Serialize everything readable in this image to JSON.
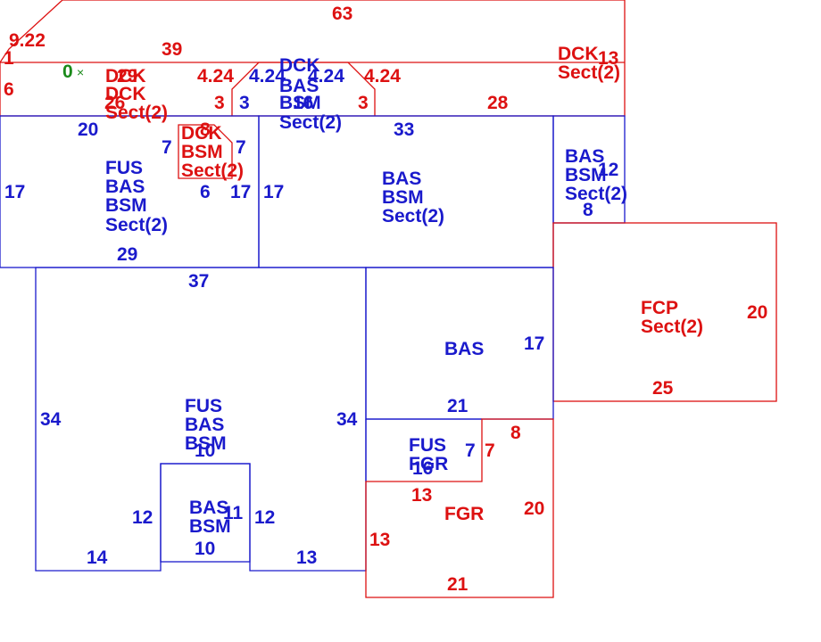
{
  "colors": {
    "red": "#dd1111",
    "blue": "#1a1acc",
    "green": "#1a8a1a"
  },
  "origin": {
    "value": "0",
    "mark": "×"
  },
  "rooms": {
    "top_roof": "DCK Sect(2)",
    "dck1": "DCK",
    "dck2": "DCK",
    "dck2_sect": "Sect(2)",
    "mid_top": [
      "DCK",
      "BAS",
      "BSM",
      "Sect(2)"
    ],
    "left_upper": [
      "FUS",
      "BAS",
      "BSM",
      "Sect(2)"
    ],
    "small_red": [
      "DCK",
      "BSM",
      "Sect(2)"
    ],
    "mid_upper": [
      "BAS",
      "BSM",
      "Sect(2)"
    ],
    "right_small": [
      "BAS",
      "BSM",
      "Sect(2)"
    ],
    "fcp": [
      "FCP",
      "Sect(2)"
    ],
    "bas_only": "BAS",
    "left_lower": [
      "FUS",
      "BAS",
      "BSM"
    ],
    "small_lower": [
      "BAS",
      "BSM"
    ],
    "fus_fgr": [
      "FUS",
      "FGR"
    ],
    "fgr": "FGR"
  },
  "dims": {
    "d63": "63",
    "d922": "9.22",
    "d1": "1",
    "d39": "39",
    "d6": "6",
    "d13a": "13",
    "d29": "29",
    "d26": "26",
    "d424a": "4.24",
    "d424b": "4.24",
    "d424c": "4.24",
    "d424d": "4.24",
    "d3a": "3",
    "d3b": "3",
    "d3c": "3",
    "d16": "16",
    "d28": "28",
    "d20a": "20",
    "d33": "33",
    "d8a": "8",
    "d7a": "7",
    "d7b": "7",
    "d7c": "7",
    "d17a": "17",
    "d17b": "17",
    "d17c": "17",
    "d17d": "17",
    "d6b": "6",
    "d29b": "29",
    "d12a": "12",
    "d8b": "8",
    "d37": "37",
    "d20b": "20",
    "d25": "25",
    "d34a": "34",
    "d34b": "34",
    "d21a": "21",
    "d8c": "8",
    "d10a": "10",
    "d16b": "16",
    "d11": "11",
    "d12b": "12",
    "d12c": "12",
    "d13b": "13",
    "d20c": "20",
    "d10b": "10",
    "d14": "14",
    "d13c": "13",
    "d13d": "13",
    "d21b": "21"
  }
}
